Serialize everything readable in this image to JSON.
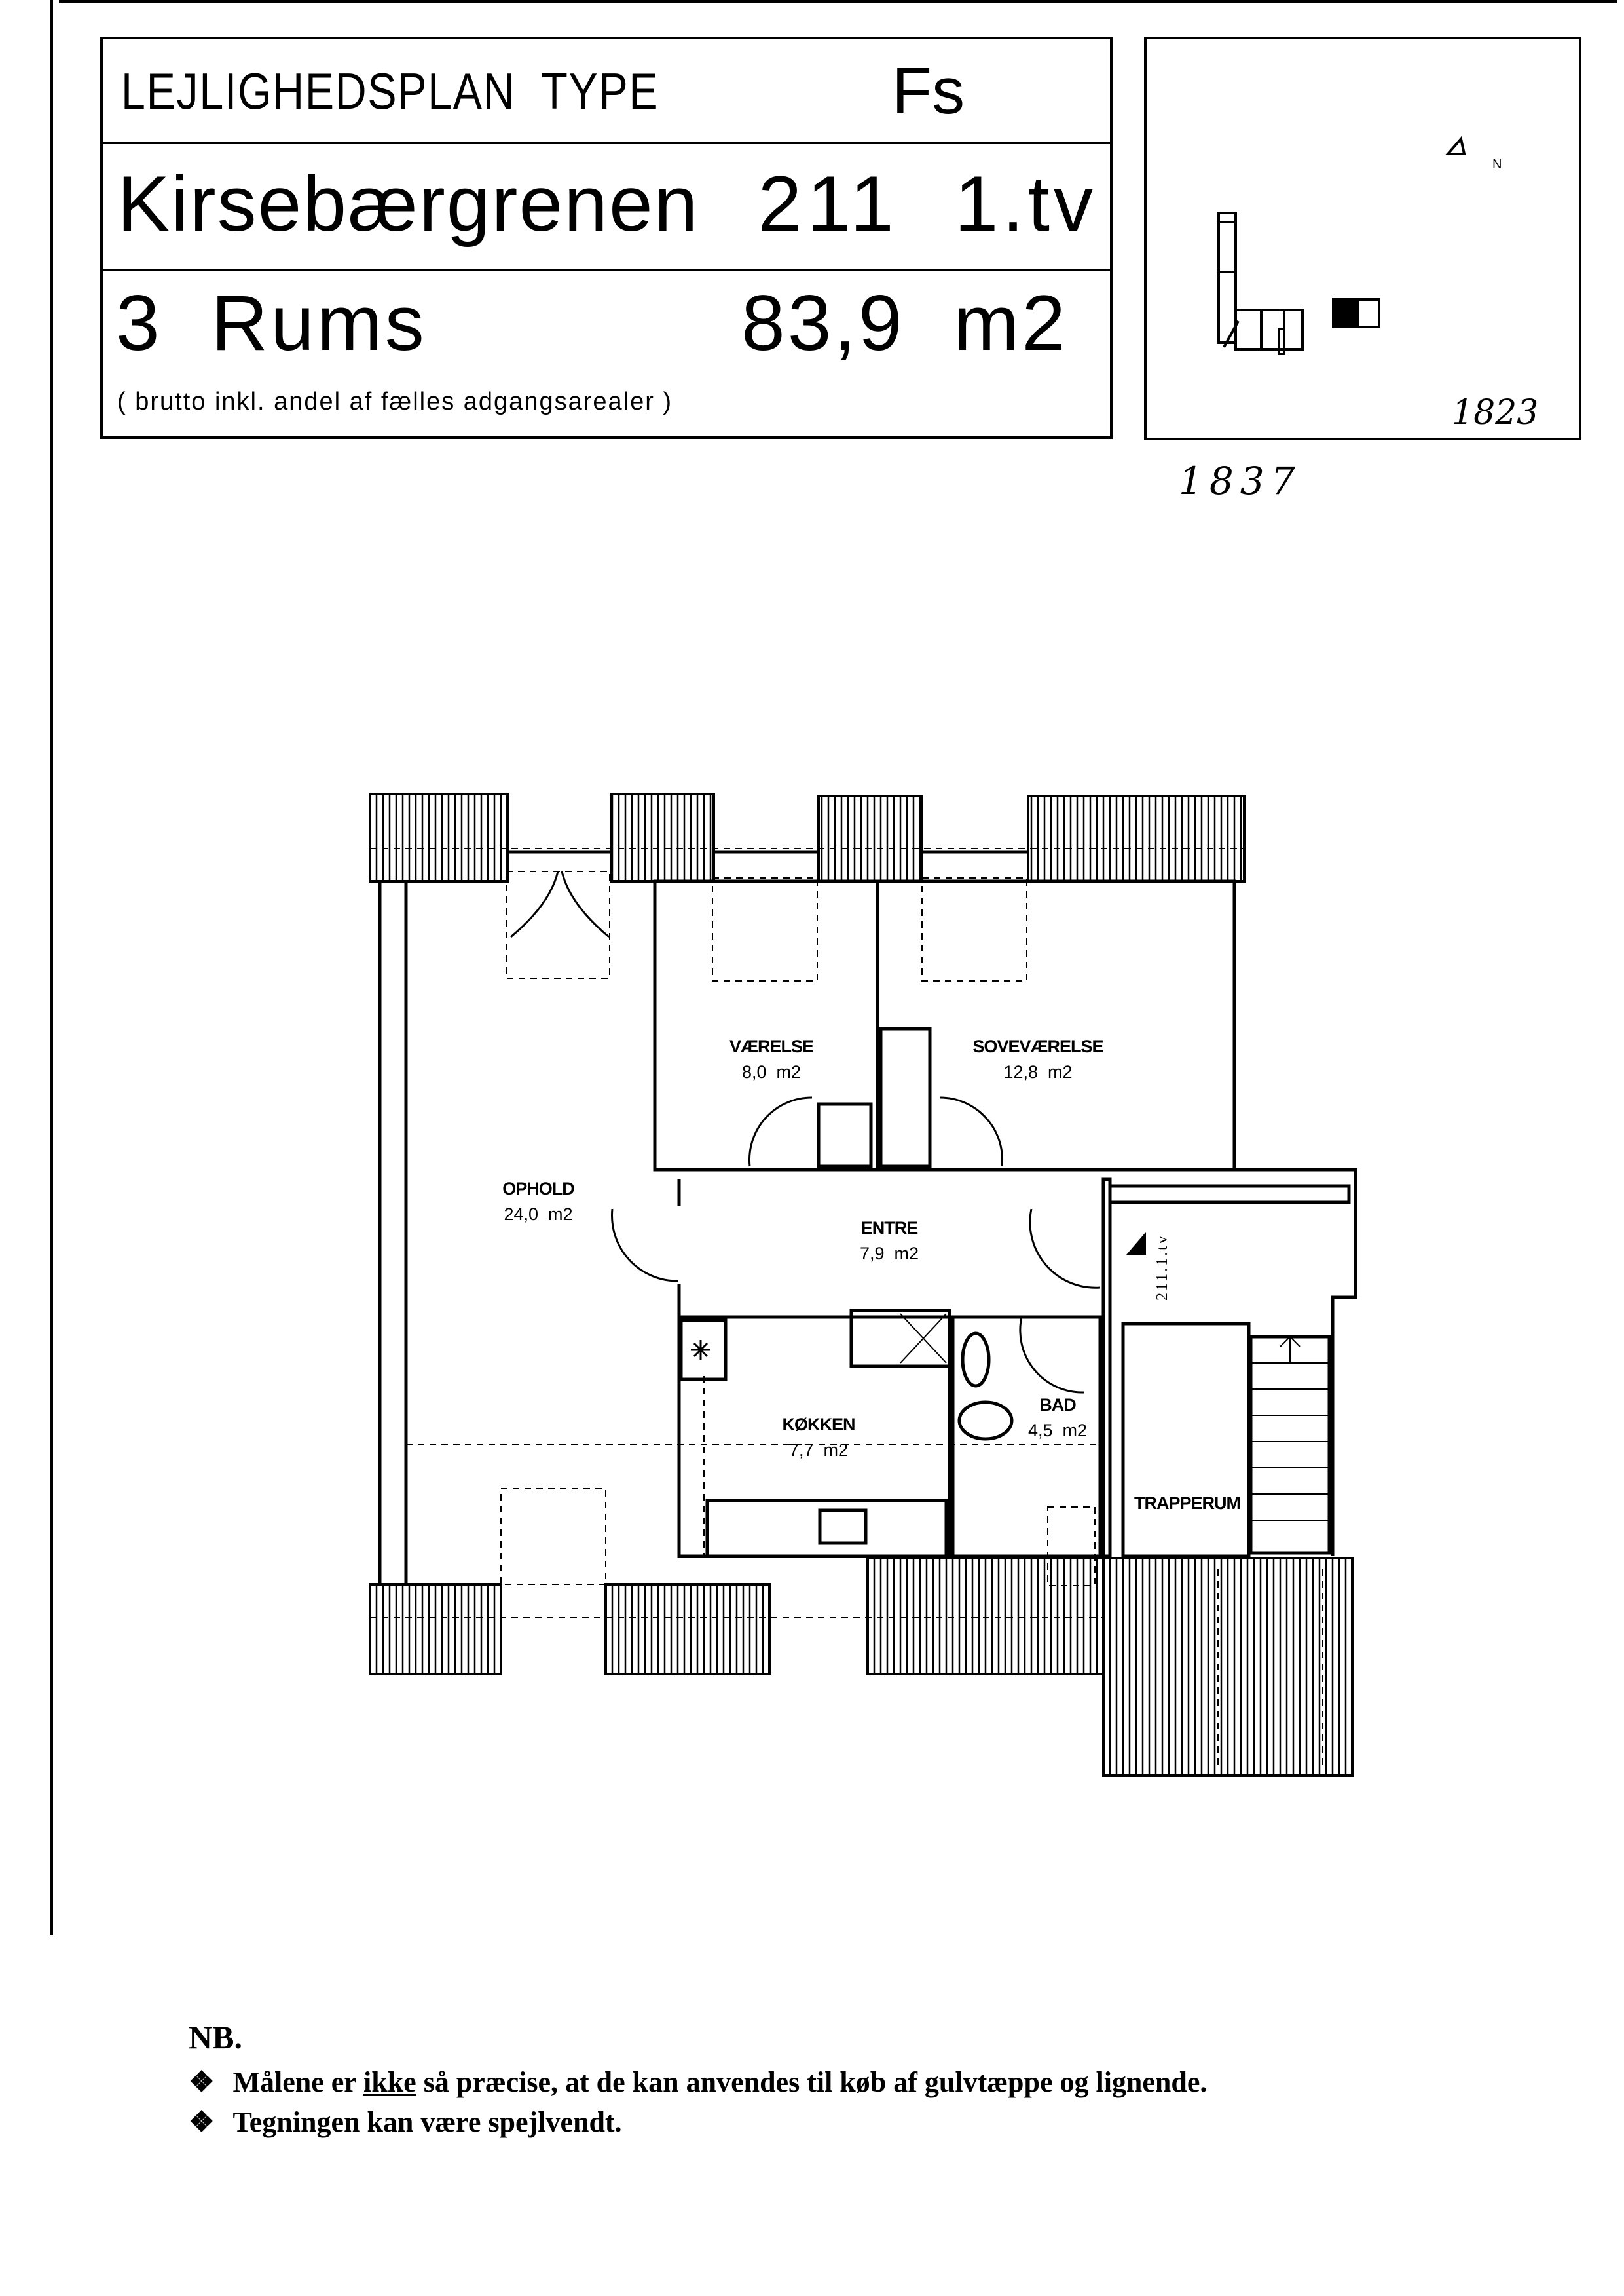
{
  "header": {
    "plan_type_label": "LEJLIGHEDSPLAN  TYPE",
    "plan_type_value": "Fs",
    "address": "Kirsebærgrenen",
    "number": "211",
    "floor": "1.tv",
    "rooms": "3  Rums",
    "area": "83,9  m2",
    "area_note": "( brutto inkl. andel af fælles adgangsarealer )"
  },
  "site_plan": {
    "north_label": "N",
    "handwritten_number": "1823"
  },
  "handwritten_below": "1837",
  "floor_plan": {
    "rooms": [
      {
        "name": "VÆRELSE",
        "area": "8,0  m2"
      },
      {
        "name": "SOVEVÆRELSE",
        "area": "12,8  m2"
      },
      {
        "name": "OPHOLD",
        "area": "24,0  m2"
      },
      {
        "name": "ENTRE",
        "area": "7,9  m2"
      },
      {
        "name": "KØKKEN",
        "area": "7,7  m2"
      },
      {
        "name": "BAD",
        "area": "4,5  m2"
      },
      {
        "name": "TRAPPERUM",
        "area": ""
      }
    ],
    "unit_marker": "211.1.tv"
  },
  "notes": {
    "title": "NB.",
    "bullet": "❖",
    "items": [
      {
        "before": "Målene er ",
        "underlined": "ikke",
        "after": " så præcise, at de kan anvendes til køb af gulvtæppe og lignende."
      },
      {
        "before": "Tegningen kan være spejlvendt.",
        "underlined": "",
        "after": ""
      }
    ]
  }
}
